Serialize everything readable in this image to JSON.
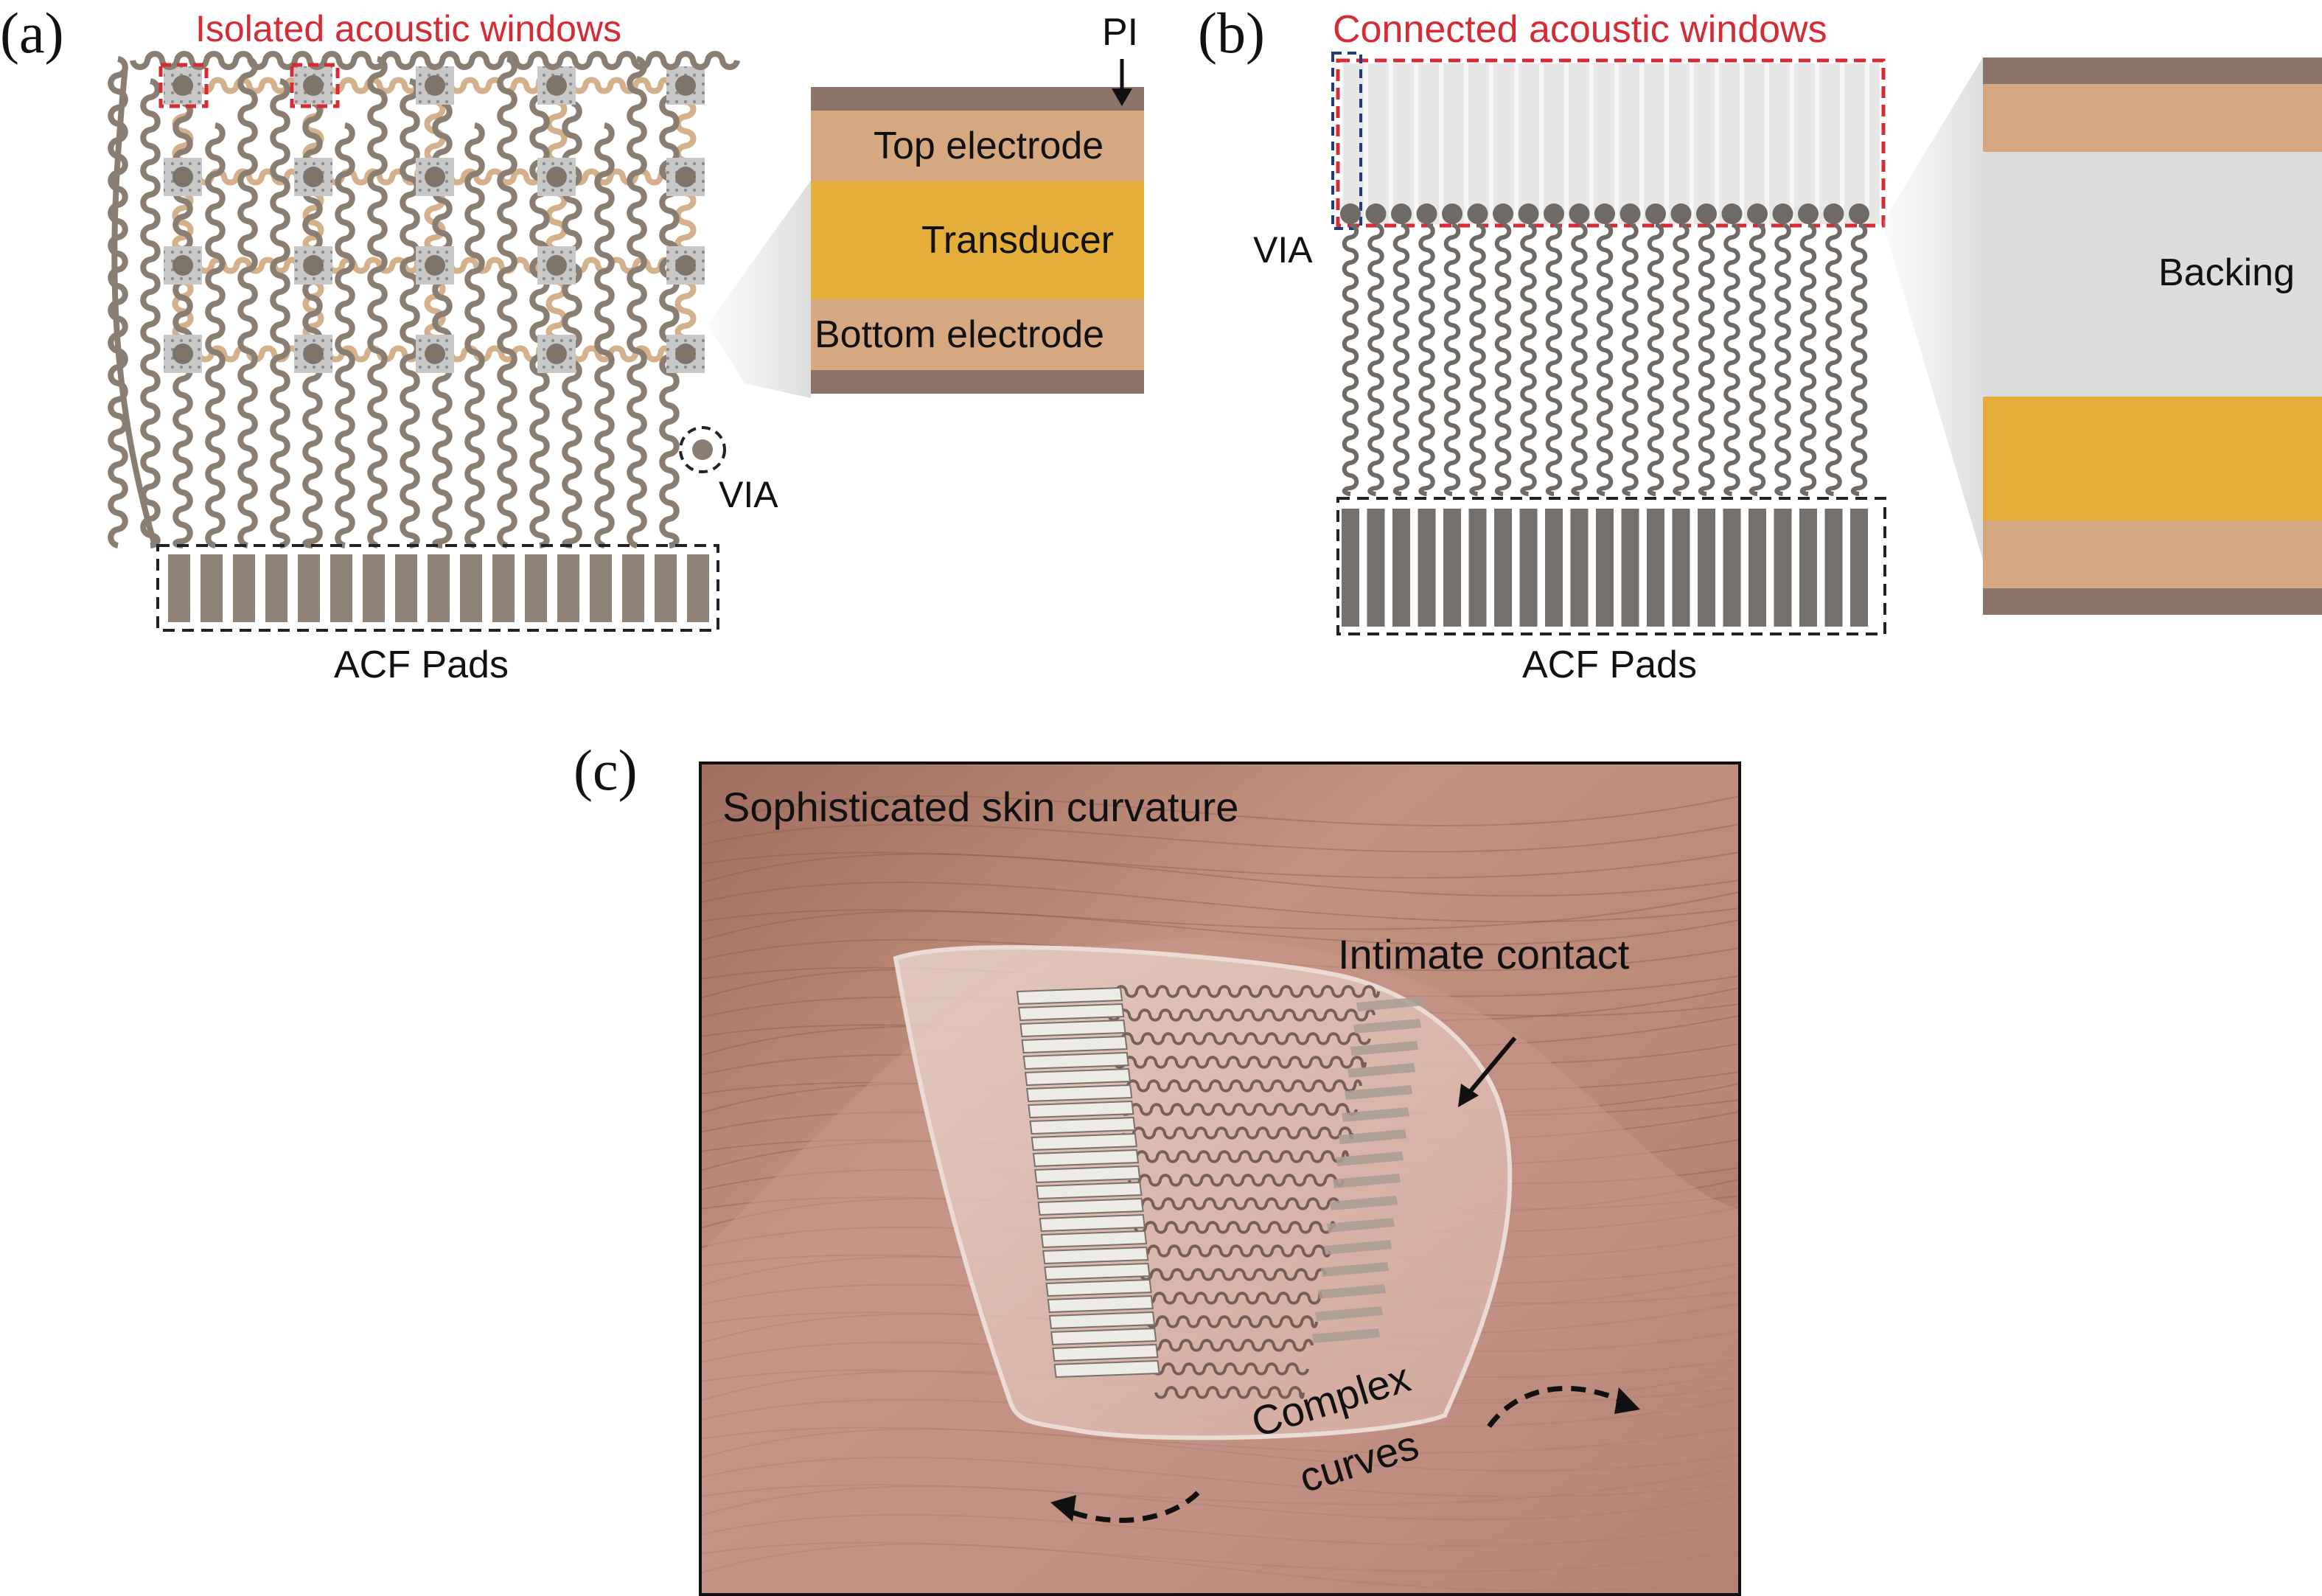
{
  "panel_a": {
    "letter": "(a)",
    "isolated_label": "Isolated acoustic windows",
    "pi_label": "PI",
    "layers": {
      "top_electrode": "Top electrode",
      "transducer": "Transducer",
      "bottom_electrode": "Bottom electrode"
    },
    "via_label": "VIA",
    "acf_label": "ACF Pads"
  },
  "panel_b": {
    "letter": "(b)",
    "connected_label": "Connected acoustic windows",
    "via_label": "VIA",
    "backing_label": "Backing",
    "acf_label": "ACF Pads"
  },
  "panel_c": {
    "letter": "(c)",
    "skin_label": "Sophisticated skin curvature",
    "contact_label": "Intimate contact",
    "curves_label_1": "Complex",
    "curves_label_2": "curves"
  },
  "colors": {
    "trace": "#8a7e72",
    "orange_trace": "#d4b18a",
    "electrode": "#d5a882",
    "transducer": "#e5ae3a",
    "pi": "#8c7468",
    "backing": "#dcdcdc",
    "red_dash": "#d62a35",
    "skin": "#b98674"
  }
}
